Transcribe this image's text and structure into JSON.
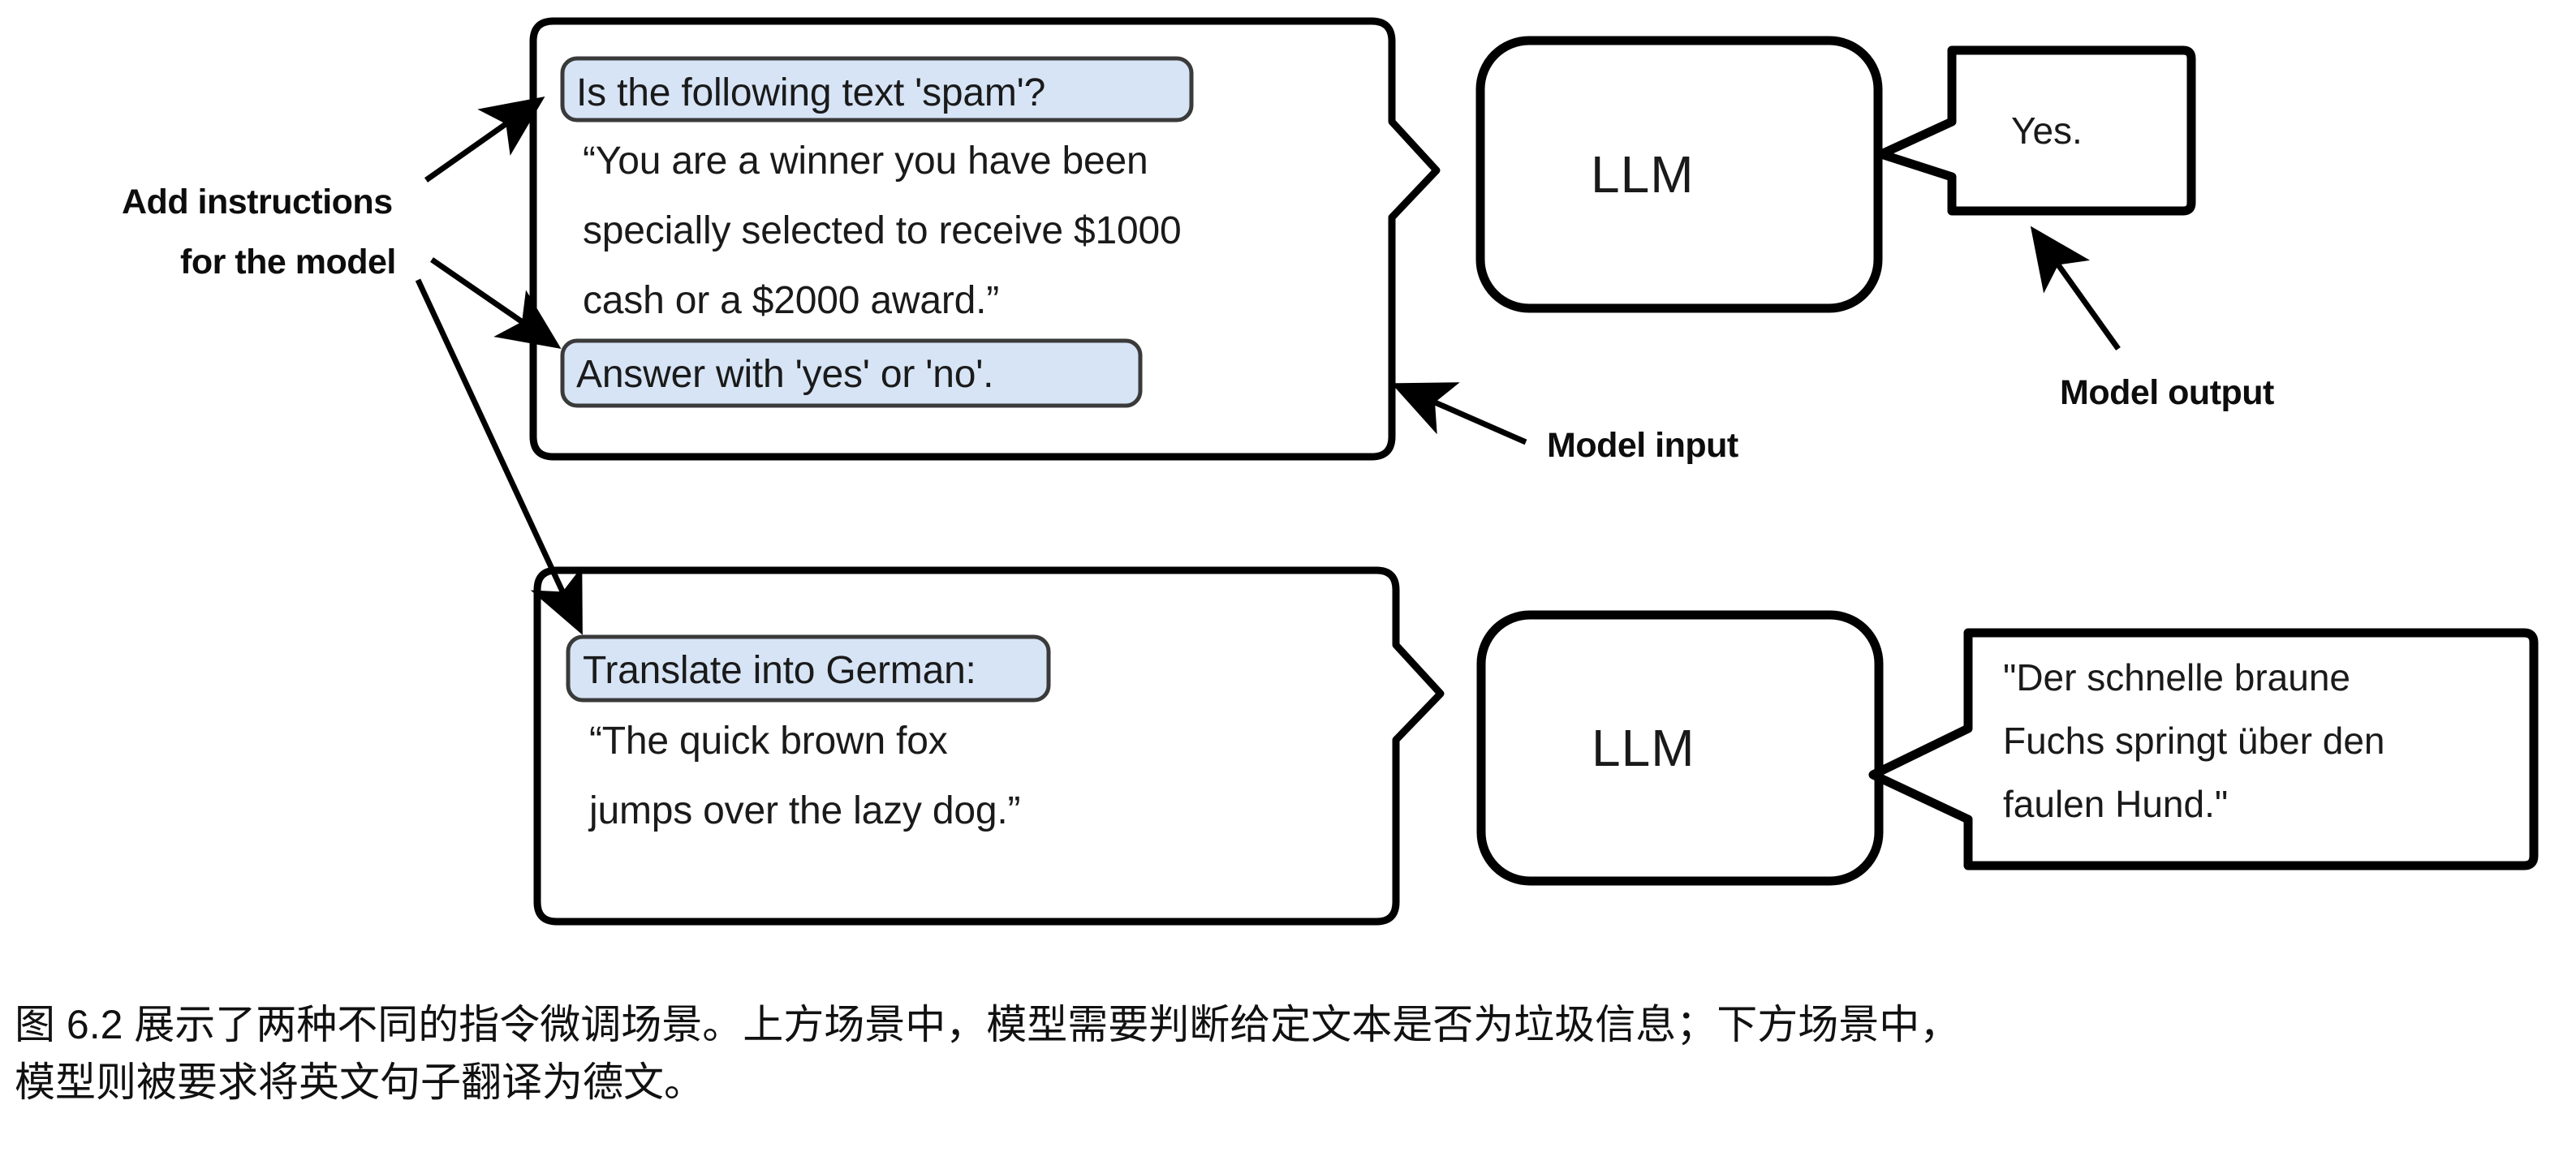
{
  "figure": {
    "caption": "图 6.2 展示了两种不同的指令微调场景。上方场景中，模型需要判断给定文本是否为垃圾信息；下方场景中，\n模型则被要求将英文句子翻译为德文。",
    "colors": {
      "highlight_fill": "#d6e4f5",
      "highlight_stroke": "#222222",
      "outline": "#000000",
      "text": "#1a1a1a",
      "background": "#ffffff"
    }
  },
  "annotations": {
    "add_instructions_line1": "Add instructions",
    "add_instructions_line2": "for the model",
    "model_input": "Model input",
    "model_output": "Model output"
  },
  "scenarios": [
    {
      "id": "spam-classification",
      "input": {
        "instruction_top": "Is the following text 'spam'?",
        "body_lines": [
          "“You are a winner you have been",
          "specially selected to receive $1000",
          "cash or a $2000 award.”"
        ],
        "instruction_bottom": "Answer with 'yes' or 'no'."
      },
      "model": {
        "label": "LLM"
      },
      "output": {
        "lines": [
          "Yes."
        ]
      }
    },
    {
      "id": "german-translation",
      "input": {
        "instruction_top": "Translate into German:",
        "body_lines": [
          "“The quick brown fox",
          "jumps over the lazy dog.”"
        ],
        "instruction_bottom": null
      },
      "model": {
        "label": "LLM"
      },
      "output": {
        "lines": [
          "\"Der schnelle braune",
          "Fuchs springt über den",
          "faulen Hund.\""
        ]
      }
    }
  ]
}
